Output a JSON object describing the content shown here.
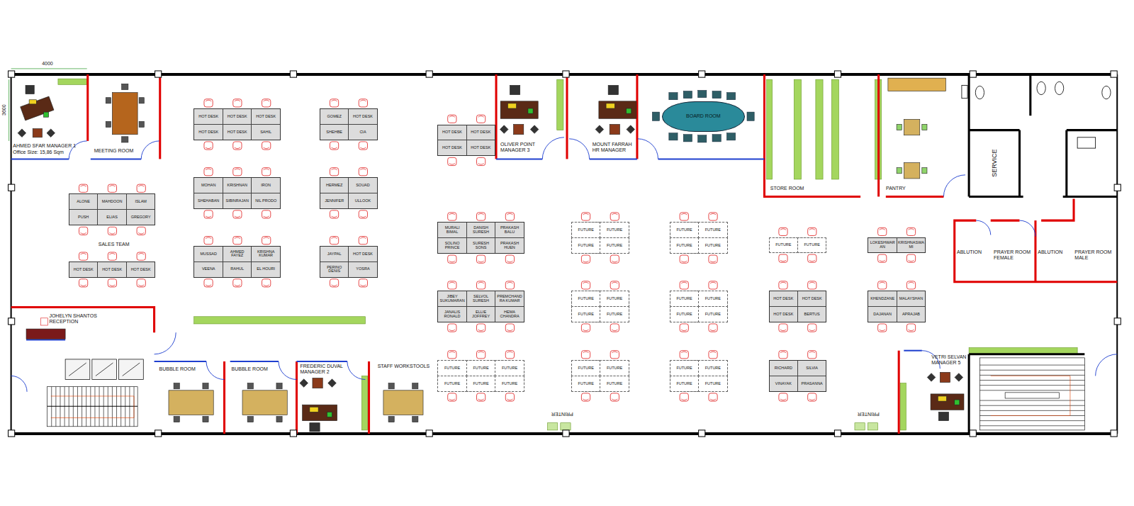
{
  "diagram": {
    "nodes": [
      {
        "text": [
          "AHMED SFAR MANAGER 1",
          "Office Size: 15,86 Sqm"
        ]
      },
      {
        "text": [
          "MEETING ROOM"
        ]
      },
      {
        "text": [
          "HOT DESK",
          "HOT DESK",
          "HOT DESK",
          "HOT DESK",
          "HOT DESK",
          "SAHIL"
        ]
      },
      {
        "text": [
          "GOMEZ",
          "HOT DESK",
          "SHEHBE",
          "CIA"
        ]
      },
      {
        "text": [
          "HOT DESK",
          "HOT DESK",
          "HOT DESK",
          "HOT DESK"
        ]
      },
      {
        "text": [
          "OLIVER POINT MANAGER 3"
        ]
      },
      {
        "text": [
          "MOUNT FARRAH HR MANAGER"
        ]
      },
      {
        "text": [
          "BOARD ROOM"
        ]
      },
      {
        "text": [
          "STORE ROOM"
        ]
      },
      {
        "text": [
          "PANTRY"
        ]
      },
      {
        "text": [
          "SERVICE"
        ]
      },
      {
        "text": [
          "ALONE",
          "MAHDOON",
          "ISLAM",
          "PUSH",
          "ELIAS",
          "GREGORY"
        ]
      },
      {
        "text": [
          "MOHAN",
          "KRISHNAN",
          "IRON",
          "SHEHABAN",
          "SIBINRAJAN",
          "NIL PRODO"
        ]
      },
      {
        "text": [
          "HERMEZ",
          "SOUAD",
          "JENNIFER",
          "ULLOOK"
        ]
      },
      {
        "text": [
          "HOT DESK",
          "HOT DESK",
          "HOT DESK"
        ]
      },
      {
        "text": [
          "MUSSAD",
          "AHMED FAYEZ",
          "KRISHNA KUMAR",
          "VEENA",
          "RAHUL",
          "EL HOURI"
        ]
      },
      {
        "text": [
          "JAYPAL",
          "HOT DESK",
          "PERINO DENIS",
          "YOSRA"
        ]
      },
      {
        "text": [
          "MURALI BIMAL",
          "DANISH SURESH",
          "PRAKASH BALU",
          "SOLINO PRINCE",
          "SURESH SONS",
          "PRAKASH HUEN"
        ]
      },
      {
        "text": [
          "FUTURE",
          "FUTURE",
          "FUTURE",
          "FUTURE"
        ]
      },
      {
        "text": [
          "FUTURE",
          "FUTURE",
          "FUTURE",
          "FUTURE"
        ]
      },
      {
        "text": [
          "FUTURE",
          "FUTURE"
        ]
      },
      {
        "text": [
          "LOKESHWARAN",
          "KRISHNASWAMI"
        ]
      },
      {
        "text": [
          "ABLUTION"
        ]
      },
      {
        "text": [
          "PRAYER ROOM FEMALE"
        ]
      },
      {
        "text": [
          "ABLUTION"
        ]
      },
      {
        "text": [
          "PRAYER ROOM MALE"
        ]
      },
      {
        "text": [
          "JIBEY SUKUMARAN",
          "SELVOL SURESH",
          "PREMCHANDRA KUMAR",
          "JANALIS RONALD",
          "ELLIE JOFFREY",
          "HEMA CHANDRA"
        ]
      },
      {
        "text": [
          "FUTURE",
          "FUTURE",
          "FUTURE",
          "FUTURE"
        ]
      },
      {
        "text": [
          "FUTURE",
          "FUTURE",
          "FUTURE",
          "FUTURE"
        ]
      },
      {
        "text": [
          "HOT DESK",
          "HOT DESK",
          "HOT DESK",
          "BERTUS"
        ]
      },
      {
        "text": [
          "KHENDZANE",
          "MALAYSHAN",
          "DAJANAN",
          "APRAJAB"
        ]
      },
      {
        "text": [
          "JOHELYN SHANTOS RECEPTION"
        ]
      },
      {
        "text": [
          "BUBBLE ROOM"
        ]
      },
      {
        "text": [
          "BUBBLE ROOM"
        ]
      },
      {
        "text": [
          "FREDERIC DUVAL MANAGER 2"
        ]
      },
      {
        "text": [
          "STAFF WORKSTOOLS"
        ]
      },
      {
        "text": [
          "FUTURE",
          "FUTURE",
          "FUTURE",
          "FUTURE",
          "FUTURE",
          "FUTURE"
        ]
      },
      {
        "text": [
          "FUTURE",
          "FUTURE",
          "FUTURE",
          "FUTURE"
        ]
      },
      {
        "text": [
          "FUTURE",
          "FUTURE",
          "FUTURE",
          "FUTURE"
        ]
      },
      {
        "text": [
          "RICHARD",
          "SILVIA",
          "VINAYAK",
          "PRASANNA"
        ]
      },
      {
        "text": [
          "VETRI SELVAN MANAGER 5"
        ]
      }
    ],
    "labels": [
      "4000",
      "3600",
      "SALES TEAM",
      "PRINTER",
      "PRINTER"
    ]
  }
}
